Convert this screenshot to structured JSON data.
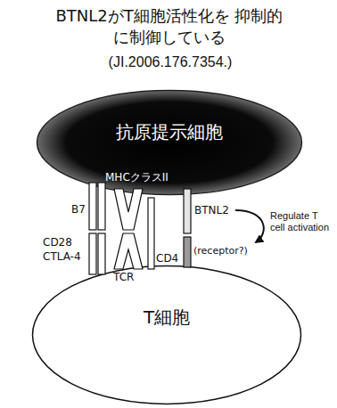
{
  "diagram": {
    "title": "BTNL2がT細胞活性化を 抑制的に制御している",
    "nodes": [
      {
        "text": [
          "抗原提示細胞"
        ]
      },
      {
        "text": [
          "T細胞"
        ]
      }
    ],
    "labels": [
      "(JI.2006.176.7354.)",
      "MHCクラスII",
      "B7",
      "BTNL2",
      "CD28",
      "CTLA-4",
      "TCR",
      "CD4",
      "(receptor?)",
      "Regulate T cell activation"
    ]
  }
}
